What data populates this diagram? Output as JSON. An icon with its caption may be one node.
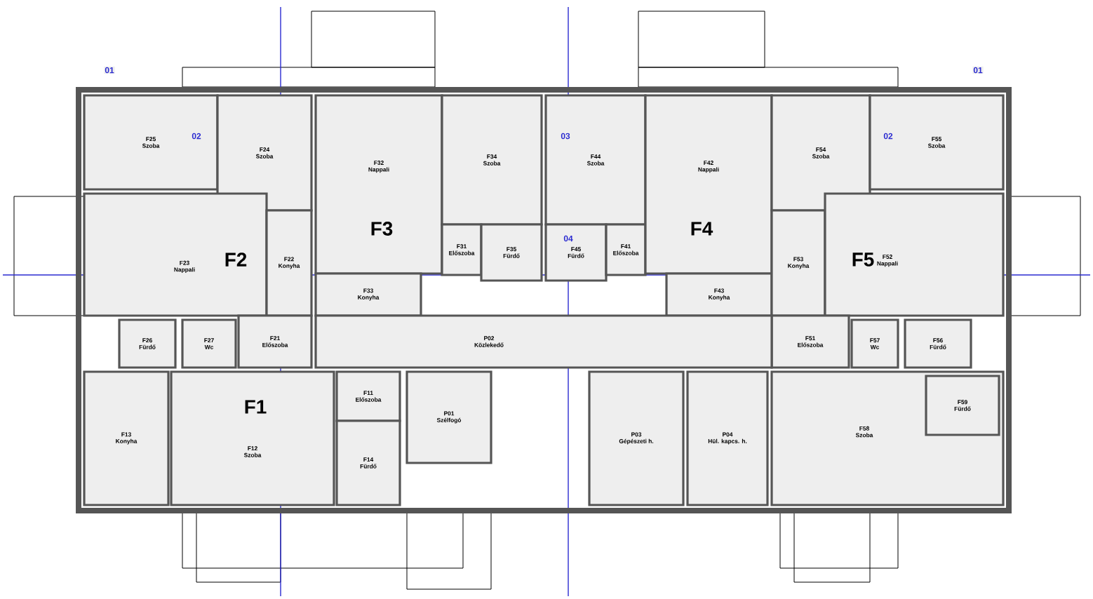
{
  "diagram": {
    "nodes": [
      {
        "text": [
          "F25",
          "Szoba"
        ]
      },
      {
        "text": [
          "F24",
          "Szoba"
        ]
      },
      {
        "text": [
          "F23",
          "Nappali"
        ]
      },
      {
        "text": [
          "F22",
          "Konyha"
        ]
      },
      {
        "text": [
          "F21",
          "Előszoba"
        ]
      },
      {
        "text": [
          "F26",
          "Fürdő"
        ]
      },
      {
        "text": [
          "F27",
          "Wc"
        ]
      },
      {
        "text": [
          "F32",
          "Nappali"
        ]
      },
      {
        "text": [
          "F34",
          "Szoba"
        ]
      },
      {
        "text": [
          "F31",
          "Előszoba"
        ]
      },
      {
        "text": [
          "F35",
          "Fürdő"
        ]
      },
      {
        "text": [
          "F33",
          "Konyha"
        ]
      },
      {
        "text": [
          "F44",
          "Szoba"
        ]
      },
      {
        "text": [
          "F45",
          "Fürdő"
        ]
      },
      {
        "text": [
          "F41",
          "Előszoba"
        ]
      },
      {
        "text": [
          "F42",
          "Nappali"
        ]
      },
      {
        "text": [
          "F43",
          "Konyha"
        ]
      },
      {
        "text": [
          "F54",
          "Szoba"
        ]
      },
      {
        "text": [
          "F55",
          "Szoba"
        ]
      },
      {
        "text": [
          "F53",
          "Konyha"
        ]
      },
      {
        "text": [
          "F52",
          "Nappali"
        ]
      },
      {
        "text": [
          "F51",
          "Előszoba"
        ]
      },
      {
        "text": [
          "F57",
          "Wc"
        ]
      },
      {
        "text": [
          "F56",
          "Fürdő"
        ]
      },
      {
        "text": [
          "P02",
          "Közlekedő"
        ]
      },
      {
        "text": [
          "F13",
          "Konyha"
        ]
      },
      {
        "text": [
          "F12",
          "Szoba"
        ]
      },
      {
        "text": [
          "F11",
          "Előszoba"
        ]
      },
      {
        "text": [
          "F14",
          "Fürdő"
        ]
      },
      {
        "text": [
          "P01",
          "Szélfogó"
        ]
      },
      {
        "text": [
          "P03",
          "Gépészeti h."
        ]
      },
      {
        "text": [
          "P04",
          "Hül. kapcs. h."
        ]
      },
      {
        "text": [
          "F58",
          "Szoba"
        ]
      },
      {
        "text": [
          "F59",
          "Fürdő"
        ],
        "in": 32
      }
    ],
    "labels": [
      "01",
      "F2",
      "02",
      "F3",
      "03",
      "04",
      "F4",
      "02",
      "F5",
      "01",
      "F1"
    ]
  }
}
